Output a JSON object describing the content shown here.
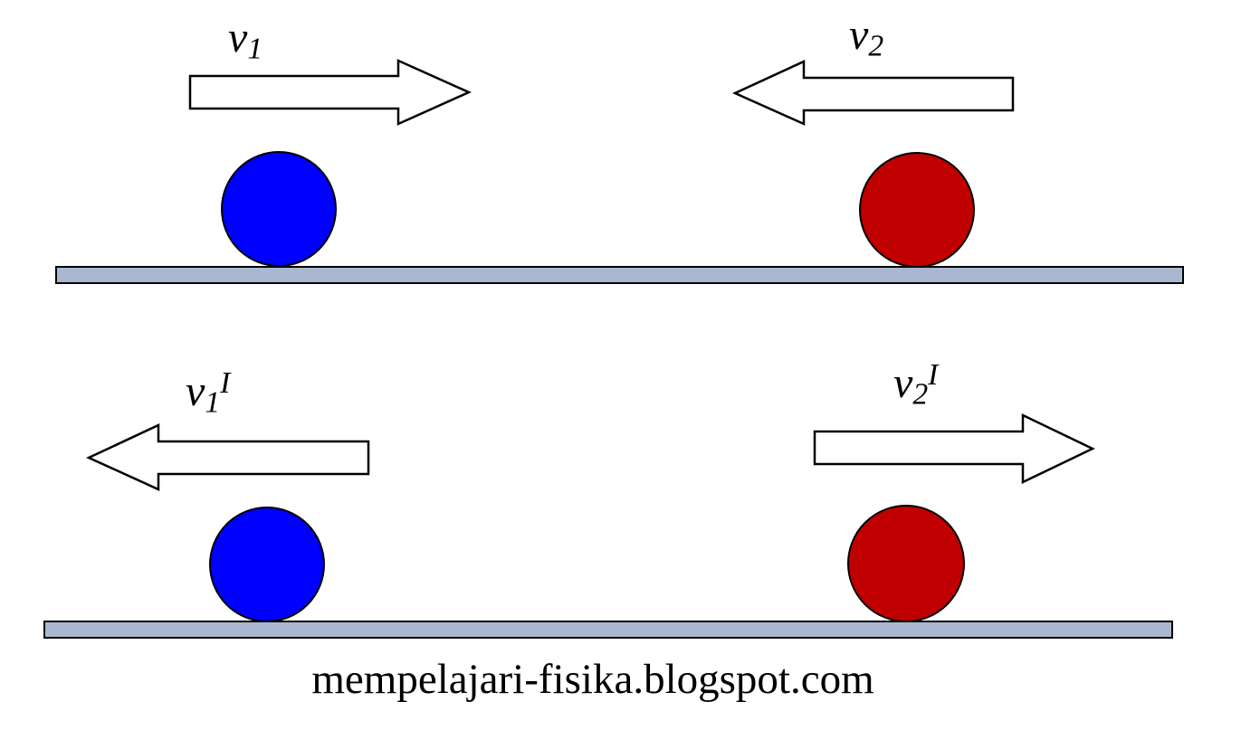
{
  "caption": "mempelajari-fisika.blogspot.com",
  "colors": {
    "ball_blue": "#0000fe",
    "ball_red": "#c00000",
    "track_fill": "#a9b8d0",
    "arrow_fill": "#ffffff",
    "outline": "#000000",
    "background": "#ffffff"
  },
  "diagram": {
    "before": {
      "label_v1": {
        "base": "v",
        "sub": "1",
        "sup": ""
      },
      "label_v2": {
        "base": "v",
        "sub": "2",
        "sup": ""
      },
      "arrow_v1_direction": "right",
      "arrow_v2_direction": "left",
      "ball1_color_name": "blue",
      "ball2_color_name": "red"
    },
    "after": {
      "label_v1": {
        "base": "v",
        "sub": "1",
        "sup": "I"
      },
      "label_v2": {
        "base": "v",
        "sub": "2",
        "sup": "I"
      },
      "arrow_v1_direction": "left",
      "arrow_v2_direction": "right",
      "ball1_color_name": "blue",
      "ball2_color_name": "red"
    }
  }
}
